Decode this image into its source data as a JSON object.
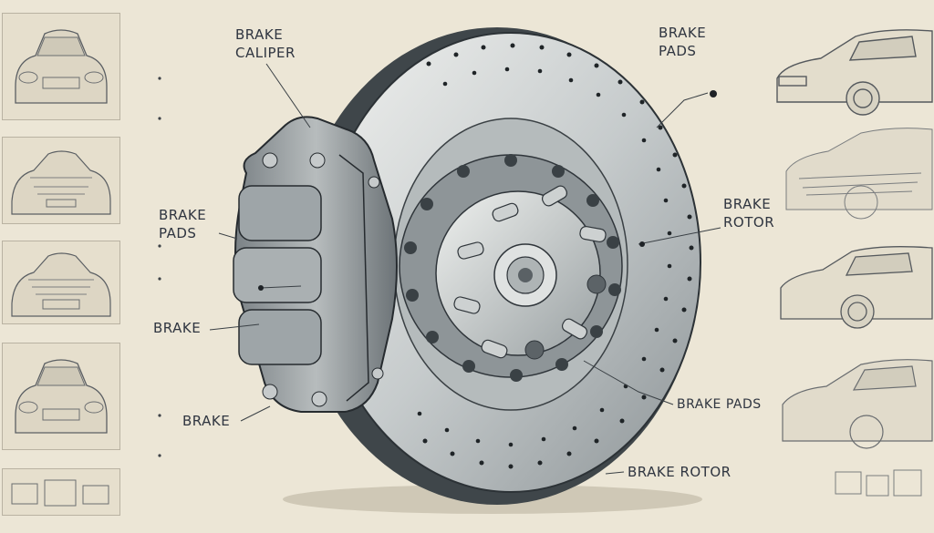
{
  "labels": {
    "caliper_line1": "BRAKE",
    "caliper_line2": "CALIPER",
    "pads_top_line1": "BRAKE",
    "pads_top_line2": "PADS",
    "pads_left_line1": "BRAKE",
    "pads_left_line2": "PADS",
    "brake_mid": "BRAKE",
    "brake_low": "BRAKE",
    "rotor_right_line1": "BRAKE",
    "rotor_right_line2": "ROTOR",
    "pads_right": "BRAKE PADS",
    "rotor_bottom": "BRAKE ROTOR"
  },
  "colors": {
    "background": "#ece6d6",
    "ink": "#2f3540",
    "metal_light": "#d5d8d8",
    "metal_mid": "#a9afb1",
    "metal_dark": "#4d555a"
  }
}
